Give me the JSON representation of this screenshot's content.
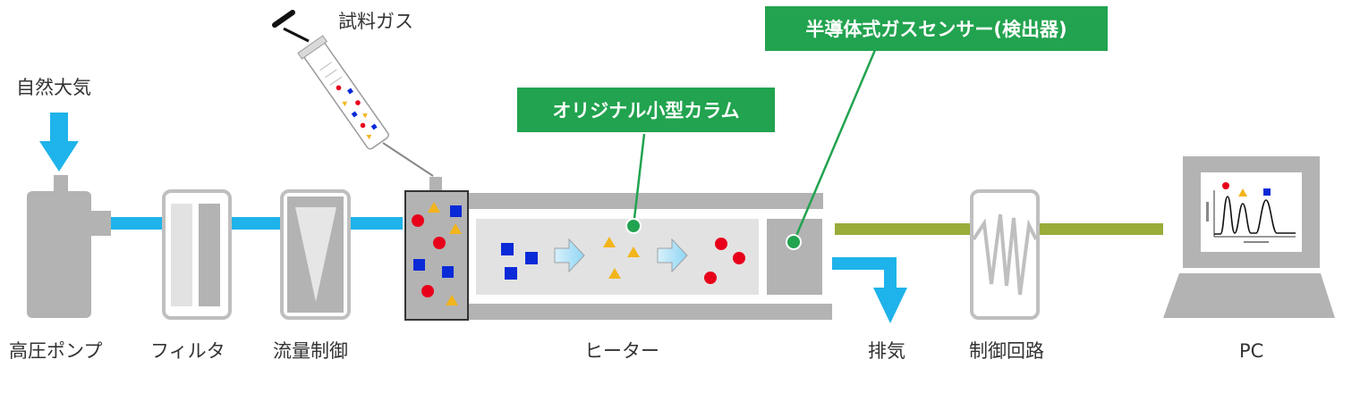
{
  "labels": {
    "air": "自然大気",
    "sample_gas": "試料ガス",
    "pump": "高圧ポンプ",
    "filter": "フィルタ",
    "flow": "流量制御",
    "heater": "ヒーター",
    "exhaust": "排気",
    "control": "制御回路",
    "pc": "PC"
  },
  "callouts": {
    "column": "オリジナル小型カラム",
    "sensor": "半導体式ガスセンサー(検出器)"
  },
  "colors": {
    "gray_device": "#b3b3b3",
    "gray_light": "#e0e0e0",
    "pipe_blue": "#1eb3ea",
    "signal_green": "#9aac3a",
    "callout_green": "#22a34f",
    "red": "#e8001b",
    "blue": "#0a2ad8",
    "yellow": "#f3b51c"
  }
}
